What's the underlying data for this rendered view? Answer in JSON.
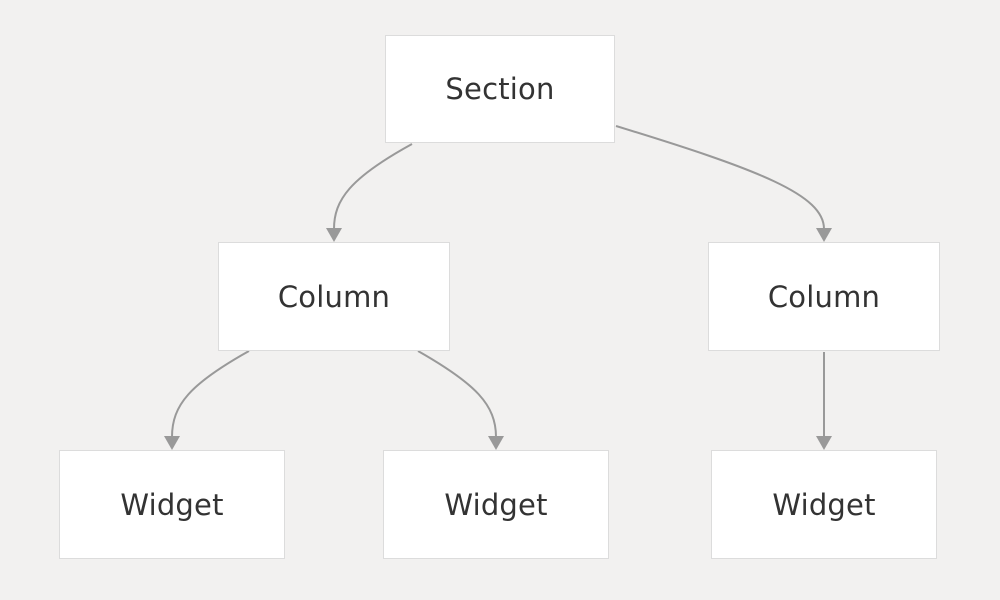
{
  "diagram": {
    "nodes": [
      {
        "id": "section",
        "label": "Section"
      },
      {
        "id": "col1",
        "label": "Column"
      },
      {
        "id": "col2",
        "label": "Column"
      },
      {
        "id": "w1",
        "label": "Widget"
      },
      {
        "id": "w2",
        "label": "Widget"
      },
      {
        "id": "w3",
        "label": "Widget"
      }
    ],
    "edges": [
      {
        "from": "section",
        "to": "col1"
      },
      {
        "from": "section",
        "to": "col2"
      },
      {
        "from": "col1",
        "to": "w1"
      },
      {
        "from": "col1",
        "to": "w2"
      },
      {
        "from": "col2",
        "to": "w3"
      }
    ],
    "colors": {
      "background": "#f2f1f0",
      "node_fill": "#ffffff",
      "node_border": "#dcdcdc",
      "edge": "#999999",
      "text": "#333333"
    }
  }
}
